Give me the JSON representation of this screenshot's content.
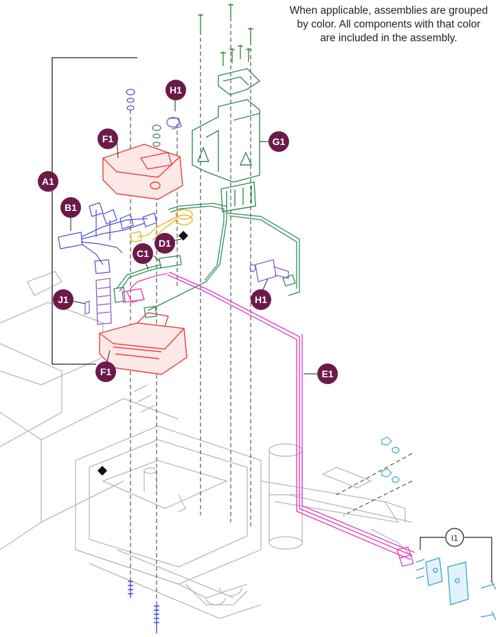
{
  "note": {
    "line1": "When applicable, assemblies are grouped",
    "line2": "by color. All components with that color",
    "line3": "are included in the assembly."
  },
  "callouts": {
    "A1": "A1",
    "B1": "B1",
    "C1": "C1",
    "D1": "D1",
    "E1": "E1",
    "F1_top": "F1",
    "F1_bottom": "F1",
    "G1": "G1",
    "H1_top": "H1",
    "H1_bottom": "H1",
    "I1": "I1",
    "J1": "J1"
  },
  "colors": {
    "callout_fill": "#6b1a4a",
    "callout_text": "#ffffff",
    "frame_line": "#b8b8b8",
    "controller_red": "#ee3b3b",
    "harness_green": "#2e8b57",
    "harness_blue": "#4a4ad8",
    "harness_yellow": "#f2b21c",
    "harness_magenta": "#e040c0",
    "connector_purple": "#8a5cc8",
    "mount_cyan": "#3aa3c8"
  }
}
